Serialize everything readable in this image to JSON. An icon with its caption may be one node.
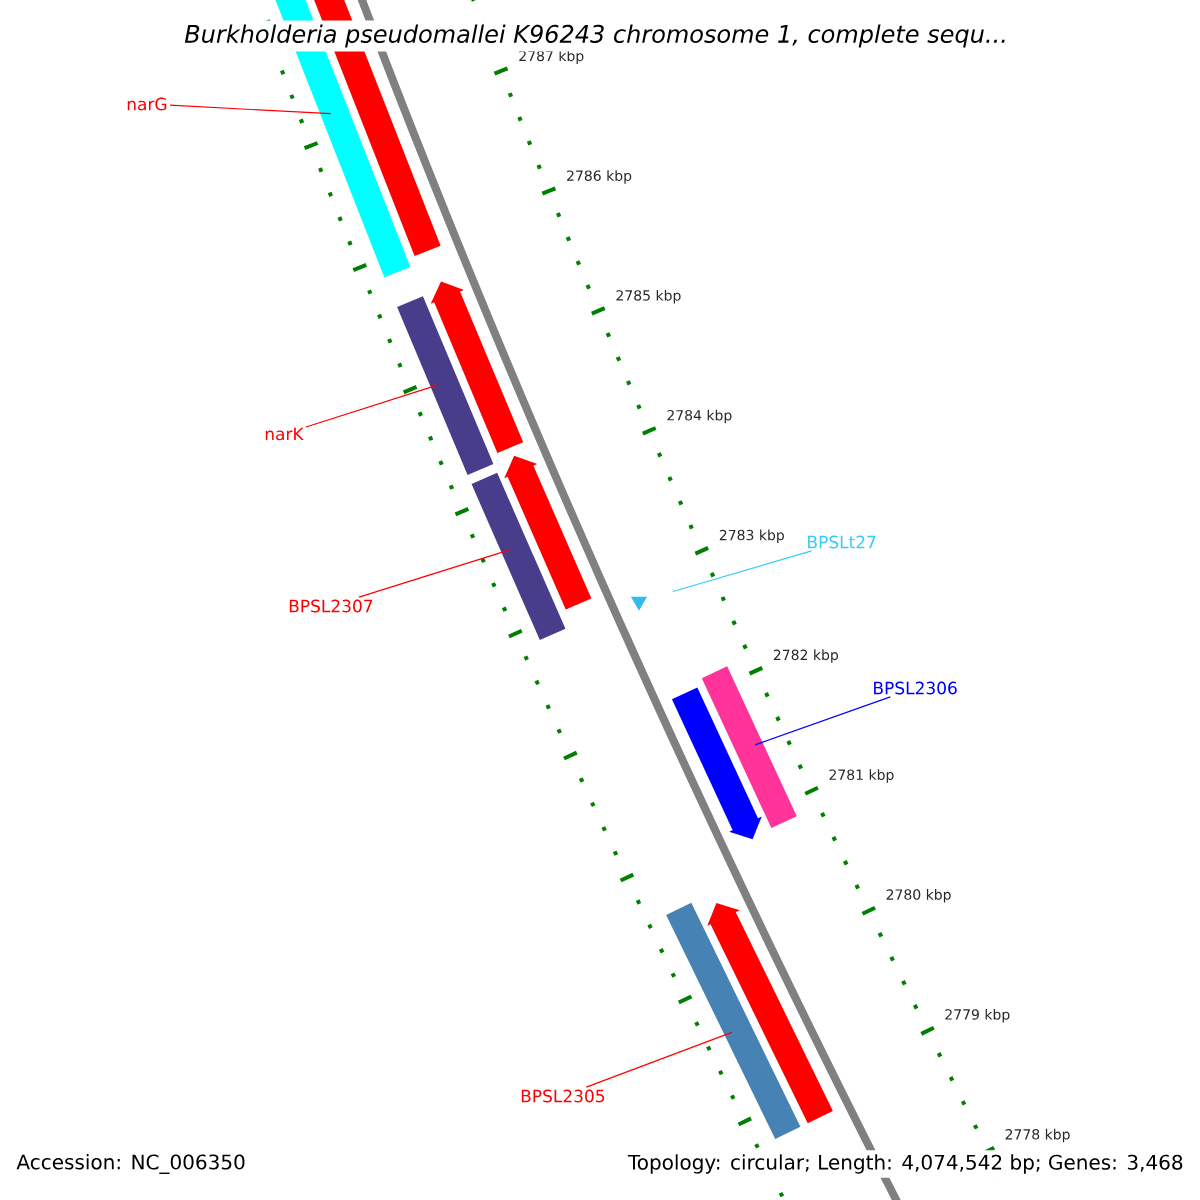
{
  "diagram": {
    "title": "Burkholderia pseudomallei K96243 chromosome 1, complete sequ...",
    "nodes": [
      {
        "text": [
          "narG"
        ]
      },
      {
        "text": [
          "narK"
        ]
      },
      {
        "text": [
          "BPSL2307"
        ]
      },
      {
        "text": [
          "BPSLt27"
        ]
      },
      {
        "text": [
          "BPSL2306"
        ]
      },
      {
        "text": [
          "BPSL2305"
        ]
      },
      {
        "text": [],
        "shape": "bar"
      },
      {
        "text": [],
        "shape": "bar"
      },
      {
        "text": [],
        "shape": "bar"
      },
      {
        "text": [],
        "shape": "bar"
      },
      {
        "text": [],
        "shape": "bar"
      },
      {
        "text": [],
        "shape": "bar"
      },
      {
        "text": [],
        "shape": "triangle"
      },
      {
        "text": [],
        "shape": "bar"
      },
      {
        "text": [],
        "shape": "bar"
      },
      {
        "text": [],
        "shape": "bar"
      },
      {
        "text": [],
        "shape": "bar"
      }
    ],
    "edges": [
      {
        "from": 0,
        "to": 7,
        "arrow": "none"
      },
      {
        "from": 1,
        "to": 9,
        "arrow": "none"
      },
      {
        "from": 2,
        "to": 11,
        "arrow": "none"
      },
      {
        "from": 3,
        "to": 12,
        "arrow": "none",
        "color": "#33ccff"
      },
      {
        "from": 4,
        "to": 13,
        "arrow": "none",
        "color": "#0000ff"
      },
      {
        "from": 5,
        "to": 16,
        "arrow": "none"
      }
    ],
    "labels": [
      "2787 kbp",
      "2786 kbp",
      "2785 kbp",
      "2784 kbp",
      "2783 kbp",
      "2782 kbp",
      "2781 kbp",
      "2780 kbp",
      "2779 kbp",
      "2778 kbp",
      "Accession: NC_006350",
      "Topology: circular; Length: 4,074,542 bp; Genes: 3,468"
    ]
  }
}
